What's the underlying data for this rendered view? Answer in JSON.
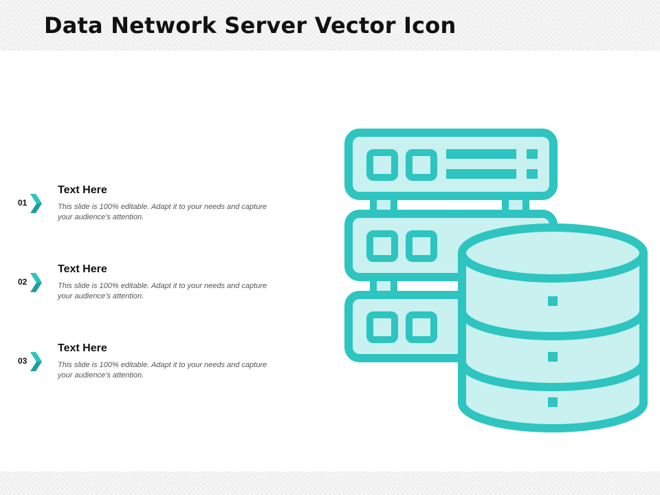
{
  "slide": {
    "title": "Data Network Server Vector Icon"
  },
  "items": [
    {
      "number": "01",
      "heading": "Text Here",
      "description": "This slide is 100% editable. Adapt it to your needs and capture your audience’s attention."
    },
    {
      "number": "02",
      "heading": "Text Here",
      "description": "This slide is 100% editable. Adapt it to your needs and capture your audience’s attention."
    },
    {
      "number": "03",
      "heading": "Text Here",
      "description": "This slide is 100% editable. Adapt it to your needs and capture your audience’s attention."
    }
  ],
  "icons": {
    "bullet": "chevron-right-icon",
    "illustration": [
      "server-rack-icon",
      "database-cylinder-icon"
    ]
  },
  "colors": {
    "accent": "#2ec4c0",
    "accent_light": "#c8f1f0",
    "chevron_dark": "#1f9ea0",
    "title": "#111111",
    "body_text": "#555555"
  }
}
